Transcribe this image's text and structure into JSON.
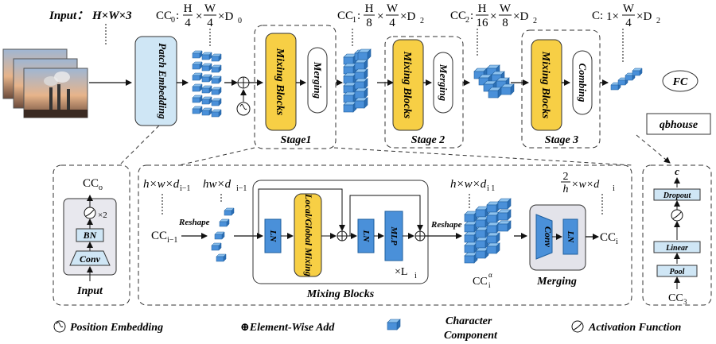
{
  "colors": {
    "blue": "#4a90d9",
    "blue_dark": "#2c6fb4",
    "yellow": "#f7cf45",
    "light_blue": "#cfe6f5",
    "gray": "#cfcfd6"
  },
  "top": {
    "input_label": "Input：",
    "input_dims": "H×W×3",
    "patch_embedding": "Patch Embedding",
    "cc0_name": "CC",
    "cc0_sub": "0",
    "cc0_colon": ":",
    "cc0_num1": "H",
    "cc0_den1": "4",
    "cc0_num2": "W",
    "cc0_den2": "4",
    "cc0_tail": "×D",
    "cc0_tail_sub": "0",
    "cc1_name": "CC",
    "cc1_sub": "1",
    "cc1_colon": ":",
    "cc1_num1": "H",
    "cc1_den1": "8",
    "cc1_num2": "W",
    "cc1_den2": "4",
    "cc1_tail": "×D",
    "cc1_tail_sub": "2",
    "cc2_name": "CC",
    "cc2_sub": "2",
    "cc2_colon": ":",
    "cc2_num1": "H",
    "cc2_den1": "16",
    "cc2_num2": "W",
    "cc2_den2": "8",
    "cc2_tail": "×D",
    "cc2_tail_sub": "2",
    "c_name": "C",
    "c_colon": ":",
    "c_pre": "1×",
    "c_num": "W",
    "c_den": "4",
    "c_tail": "×D",
    "c_tail_sub": "2",
    "times": "×",
    "mixing_blocks": "Mixing Blocks",
    "merging": "Merging",
    "combing": "Combing",
    "stage1": "Stage1",
    "stage2": "Stage 2",
    "stage3": "Stage 3",
    "fc": "FC",
    "watermark": "qbhouse"
  },
  "bottom_left": {
    "cco": "CC",
    "cco_sub": "o",
    "x2": "×2",
    "bn": "BN",
    "conv": "Conv",
    "input": "Input"
  },
  "mixing_detail": {
    "dim_in_a": "h×w×d",
    "dim_in_a_sub": "i−1",
    "dim_in_b": "hw×d",
    "dim_in_b_sub": "i−1",
    "reshape": "Reshape",
    "cc_in": "CC",
    "cc_in_sub": "i−1",
    "ln": "LN",
    "local_global": "Local/Global Mixing",
    "mlp": "MLP",
    "times_li": "×L",
    "li_sub": "i",
    "mixing_blocks": "Mixing Blocks",
    "reshape2": "Reshape",
    "dim_out": "h×w×d",
    "dim_out_sub": "i 1",
    "cca": "CC",
    "cca_sup": "α",
    "cca_sub": "i",
    "conv": "Conv",
    "ln2": "LN",
    "merging": "Merging",
    "merge_frac_num": "2",
    "merge_frac_den": "h",
    "merge_tail": "×w×d",
    "merge_tail_sub": "i",
    "cc_out": "CC",
    "cc_out_sub": "i"
  },
  "head_detail": {
    "c": "c",
    "dropout": "Dropout",
    "linear": "Linear",
    "pool": "Pool",
    "cc3": "CC",
    "cc3_sub": "3"
  },
  "legend": {
    "position_embedding": "Position Embedding",
    "element_wise_add": "⊕Element-Wise Add",
    "character_component_1": "Character",
    "character_component_2": "Component",
    "activation_function": "Activation Function"
  }
}
